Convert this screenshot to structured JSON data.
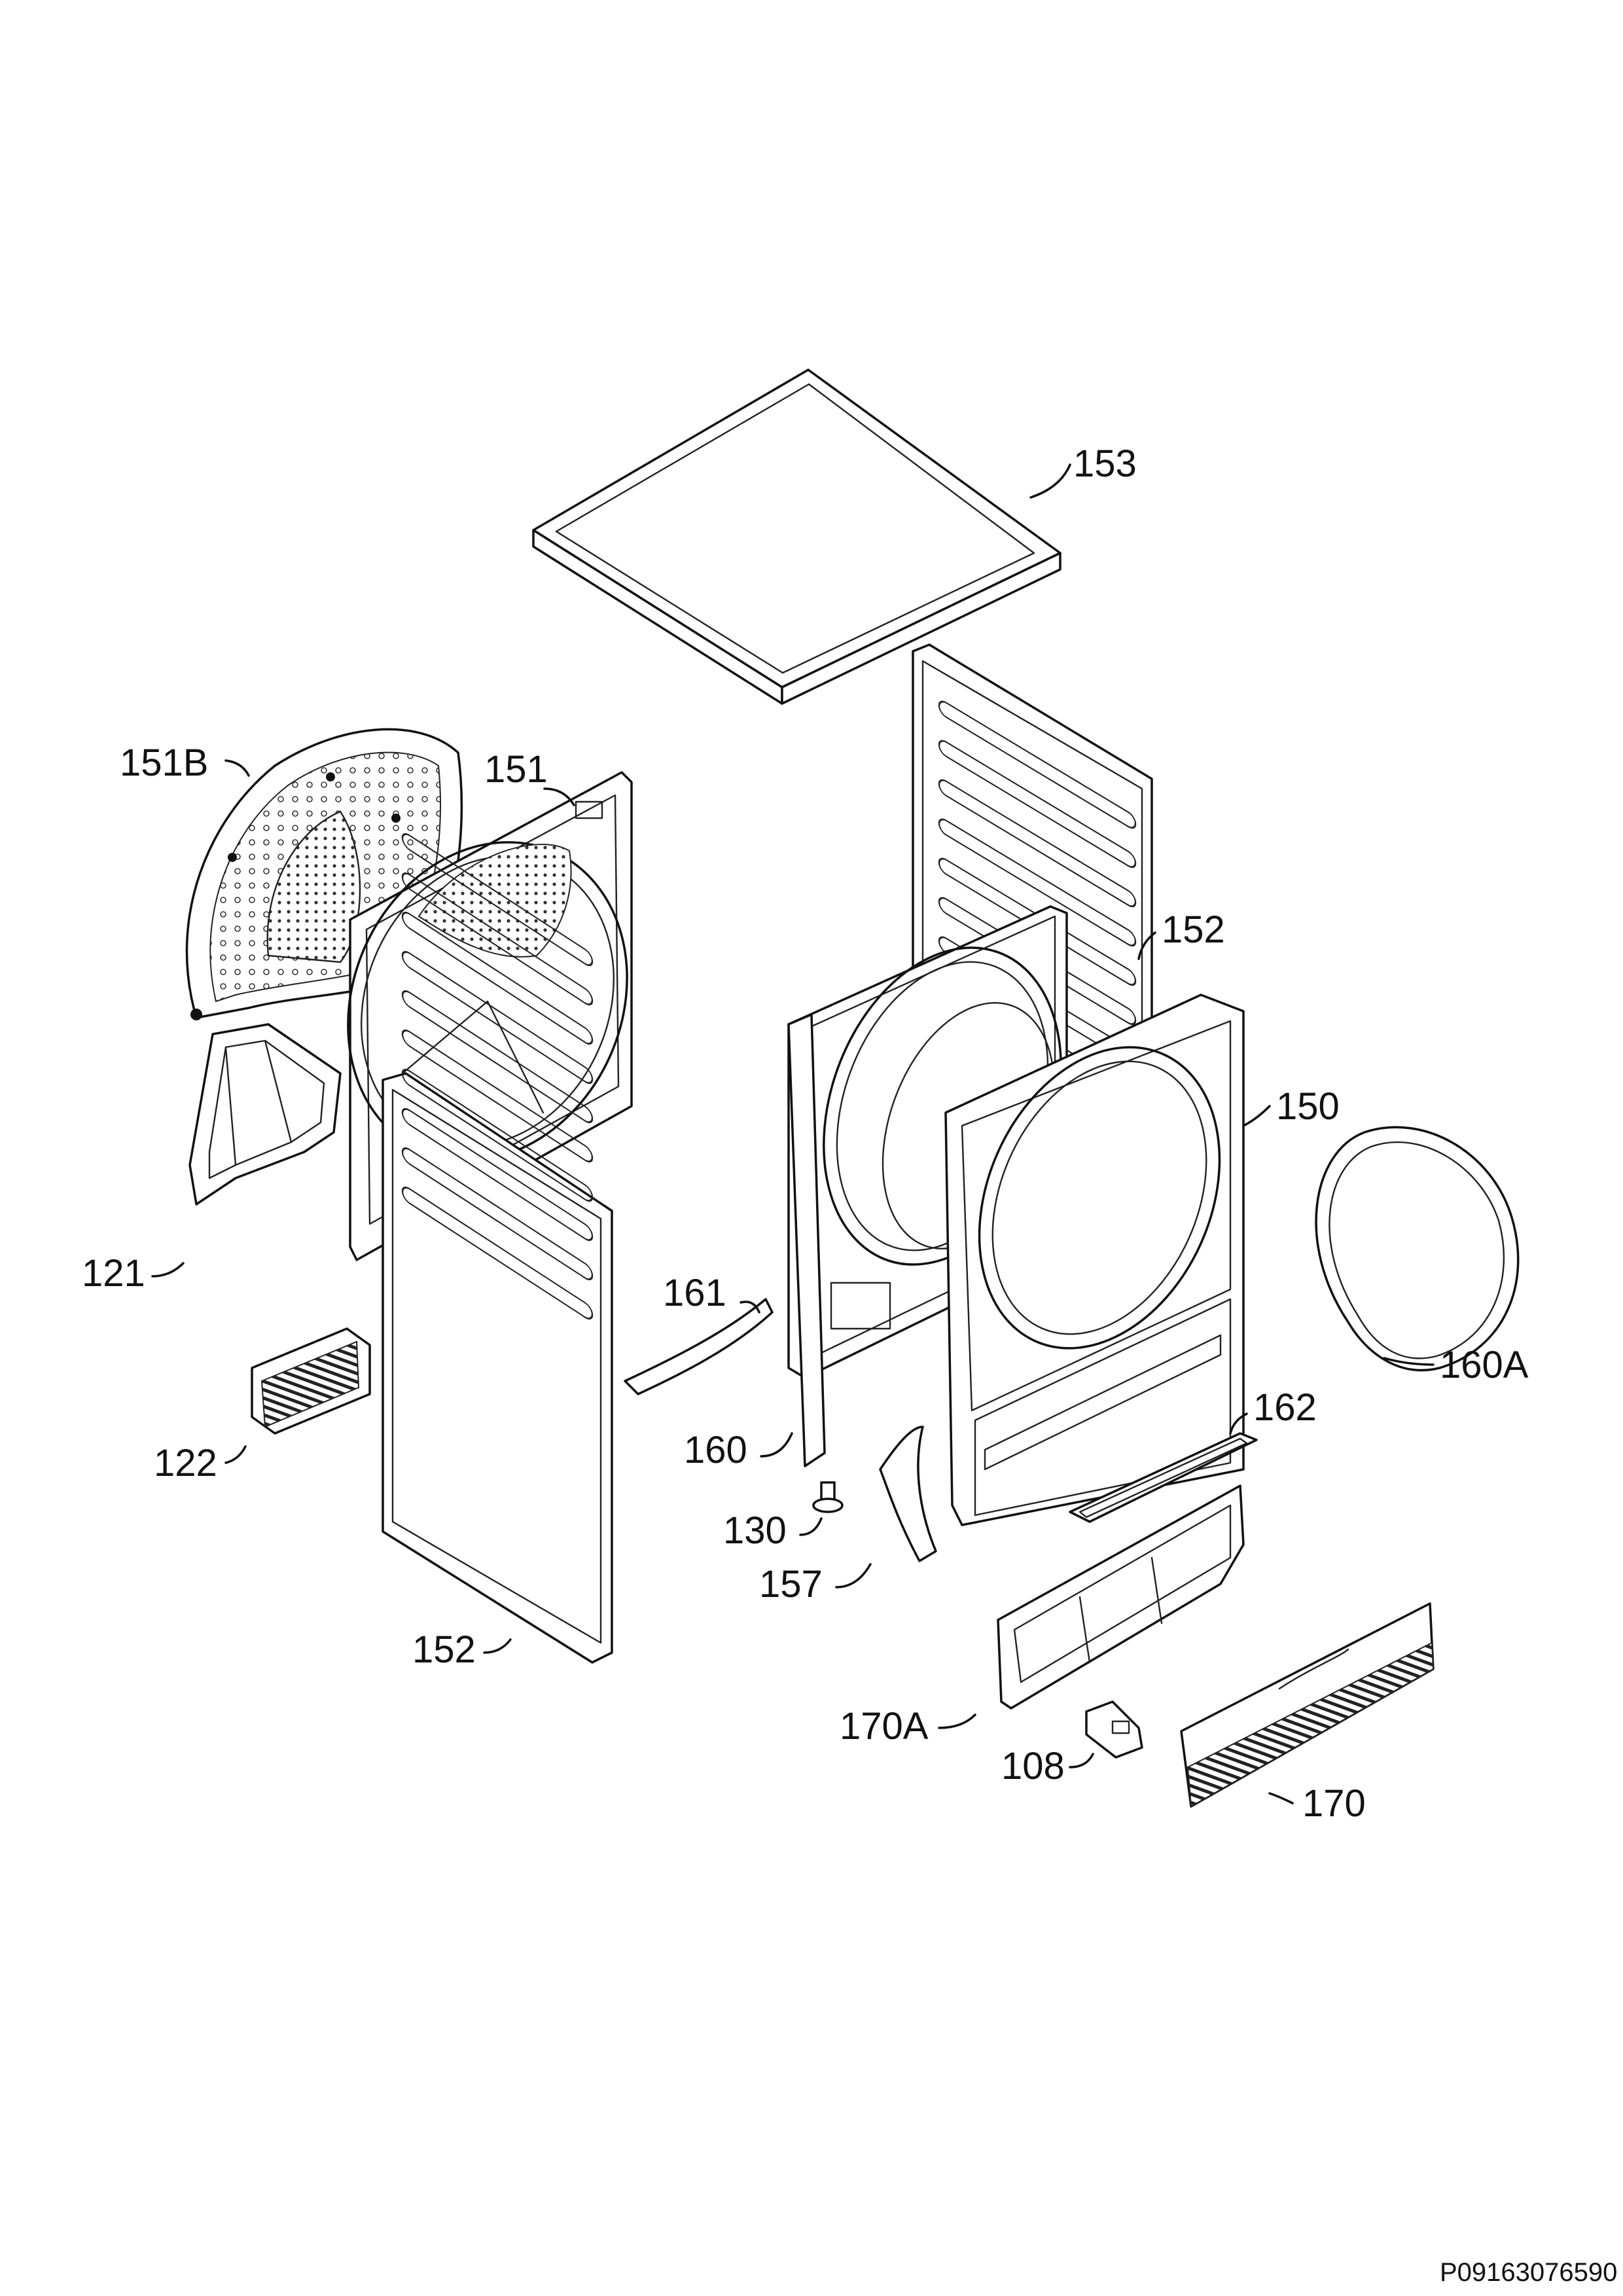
{
  "callouts": {
    "c153": "153",
    "c151b": "151B",
    "c151": "151",
    "c152_right": "152",
    "c150": "150",
    "c160a": "160A",
    "c121": "121",
    "c161": "161",
    "c162": "162",
    "c122": "122",
    "c160": "160",
    "c130": "130",
    "c157": "157",
    "c152_left": "152",
    "c170a": "170A",
    "c108": "108",
    "c170": "170"
  },
  "document_id": "P09163076590"
}
